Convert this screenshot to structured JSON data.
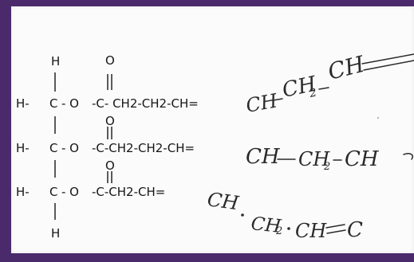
{
  "figure": {
    "top_h": "H",
    "bottom_h": "H",
    "rows": [
      {
        "left_h": "H-",
        "carbon": "C",
        "ester_o": "- O",
        "carbonyl_o": "O",
        "printed_chain": "-C- CH2-CH2-CH=",
        "handwritten_1": "CH",
        "handwritten_2": "CH",
        "handwritten_sub": "2",
        "handwritten_3": "CH"
      },
      {
        "left_h": "H-",
        "carbon": "C",
        "ester_o": "- O",
        "carbonyl_o": "O",
        "printed_chain": "-C-CH2-CH2-CH=",
        "handwritten_1": "CH",
        "handwritten_2": "CH",
        "handwritten_sub": "2",
        "handwritten_3": "CH"
      },
      {
        "left_h": "H-",
        "carbon": "C",
        "ester_o": "- O",
        "carbonyl_o": "O",
        "printed_chain": "-C-CH2-CH=",
        "handwritten_1": "CH",
        "handwritten_2": "CH",
        "handwritten_sub": "2",
        "handwritten_3": "CH",
        "handwritten_4": "C"
      }
    ]
  }
}
